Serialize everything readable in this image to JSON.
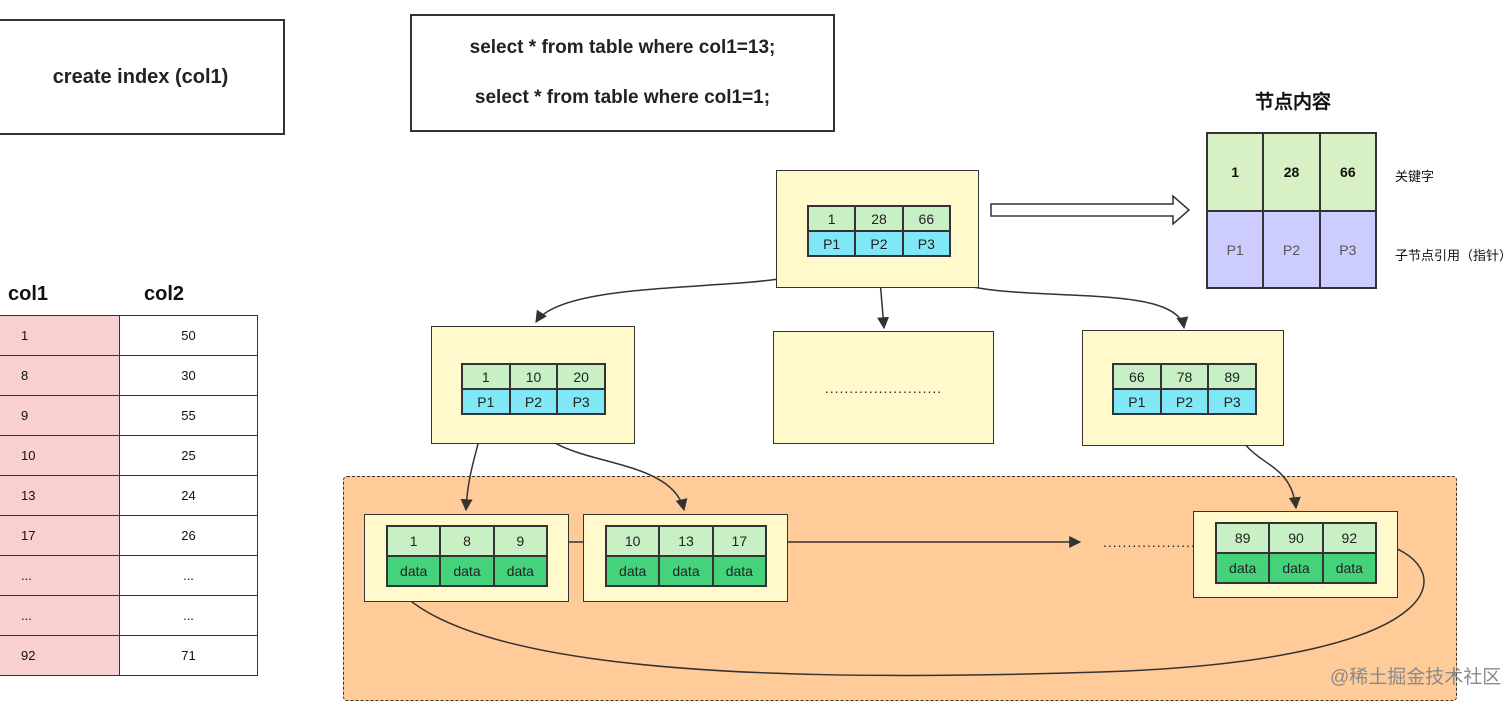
{
  "create_box": {
    "text": "create  index (col1)"
  },
  "query_box": {
    "line1": "select  * from table  where col1=13;",
    "line2": "select  * from table  where col1=1;"
  },
  "table": {
    "headers": [
      "col1",
      "col2"
    ],
    "rows": [
      [
        "1",
        "50"
      ],
      [
        "8",
        "30"
      ],
      [
        "9",
        "55"
      ],
      [
        "10",
        "25"
      ],
      [
        "13",
        "24"
      ],
      [
        "17",
        "26"
      ],
      [
        "...",
        "..."
      ],
      [
        "...",
        "..."
      ],
      [
        "92",
        "71"
      ]
    ]
  },
  "legend": {
    "title": "节点内容",
    "keys": [
      "1",
      "28",
      "66"
    ],
    "pointers": [
      "P1",
      "P2",
      "P3"
    ],
    "key_label": "关键字",
    "pointer_label": "子节点引用（指针）"
  },
  "root_node": {
    "keys": [
      "1",
      "28",
      "66"
    ],
    "pointers": [
      "P1",
      "P2",
      "P3"
    ]
  },
  "left_node": {
    "keys": [
      "1",
      "10",
      "20"
    ],
    "pointers": [
      "P1",
      "P2",
      "P3"
    ]
  },
  "middle_node": {
    "text": "........................"
  },
  "right_node": {
    "keys": [
      "66",
      "78",
      "89"
    ],
    "pointers": [
      "P1",
      "P2",
      "P3"
    ]
  },
  "leaf1": {
    "keys": [
      "1",
      "8",
      "9"
    ],
    "data": [
      "data",
      "data",
      "data"
    ]
  },
  "leaf2": {
    "keys": [
      "10",
      "13",
      "17"
    ],
    "data": [
      "data",
      "data",
      "data"
    ]
  },
  "leaf_ellipsis": {
    "text": "........................"
  },
  "leaf3": {
    "keys": [
      "89",
      "90",
      "92"
    ],
    "data": [
      "data",
      "data",
      "data"
    ]
  },
  "watermark": {
    "text": "@稀土掘金技术社区"
  },
  "colors": {
    "node_bg": "#fff9cc",
    "key_cell": "#c9efc4",
    "pointer_cell": "#7fe7f5",
    "data_cell": "#44d37b",
    "leaf_region": "#ffcc99",
    "legend_key": "#d7f0c4",
    "legend_pointer": "#ccccff",
    "col1_bg": "#f8d0cf"
  }
}
